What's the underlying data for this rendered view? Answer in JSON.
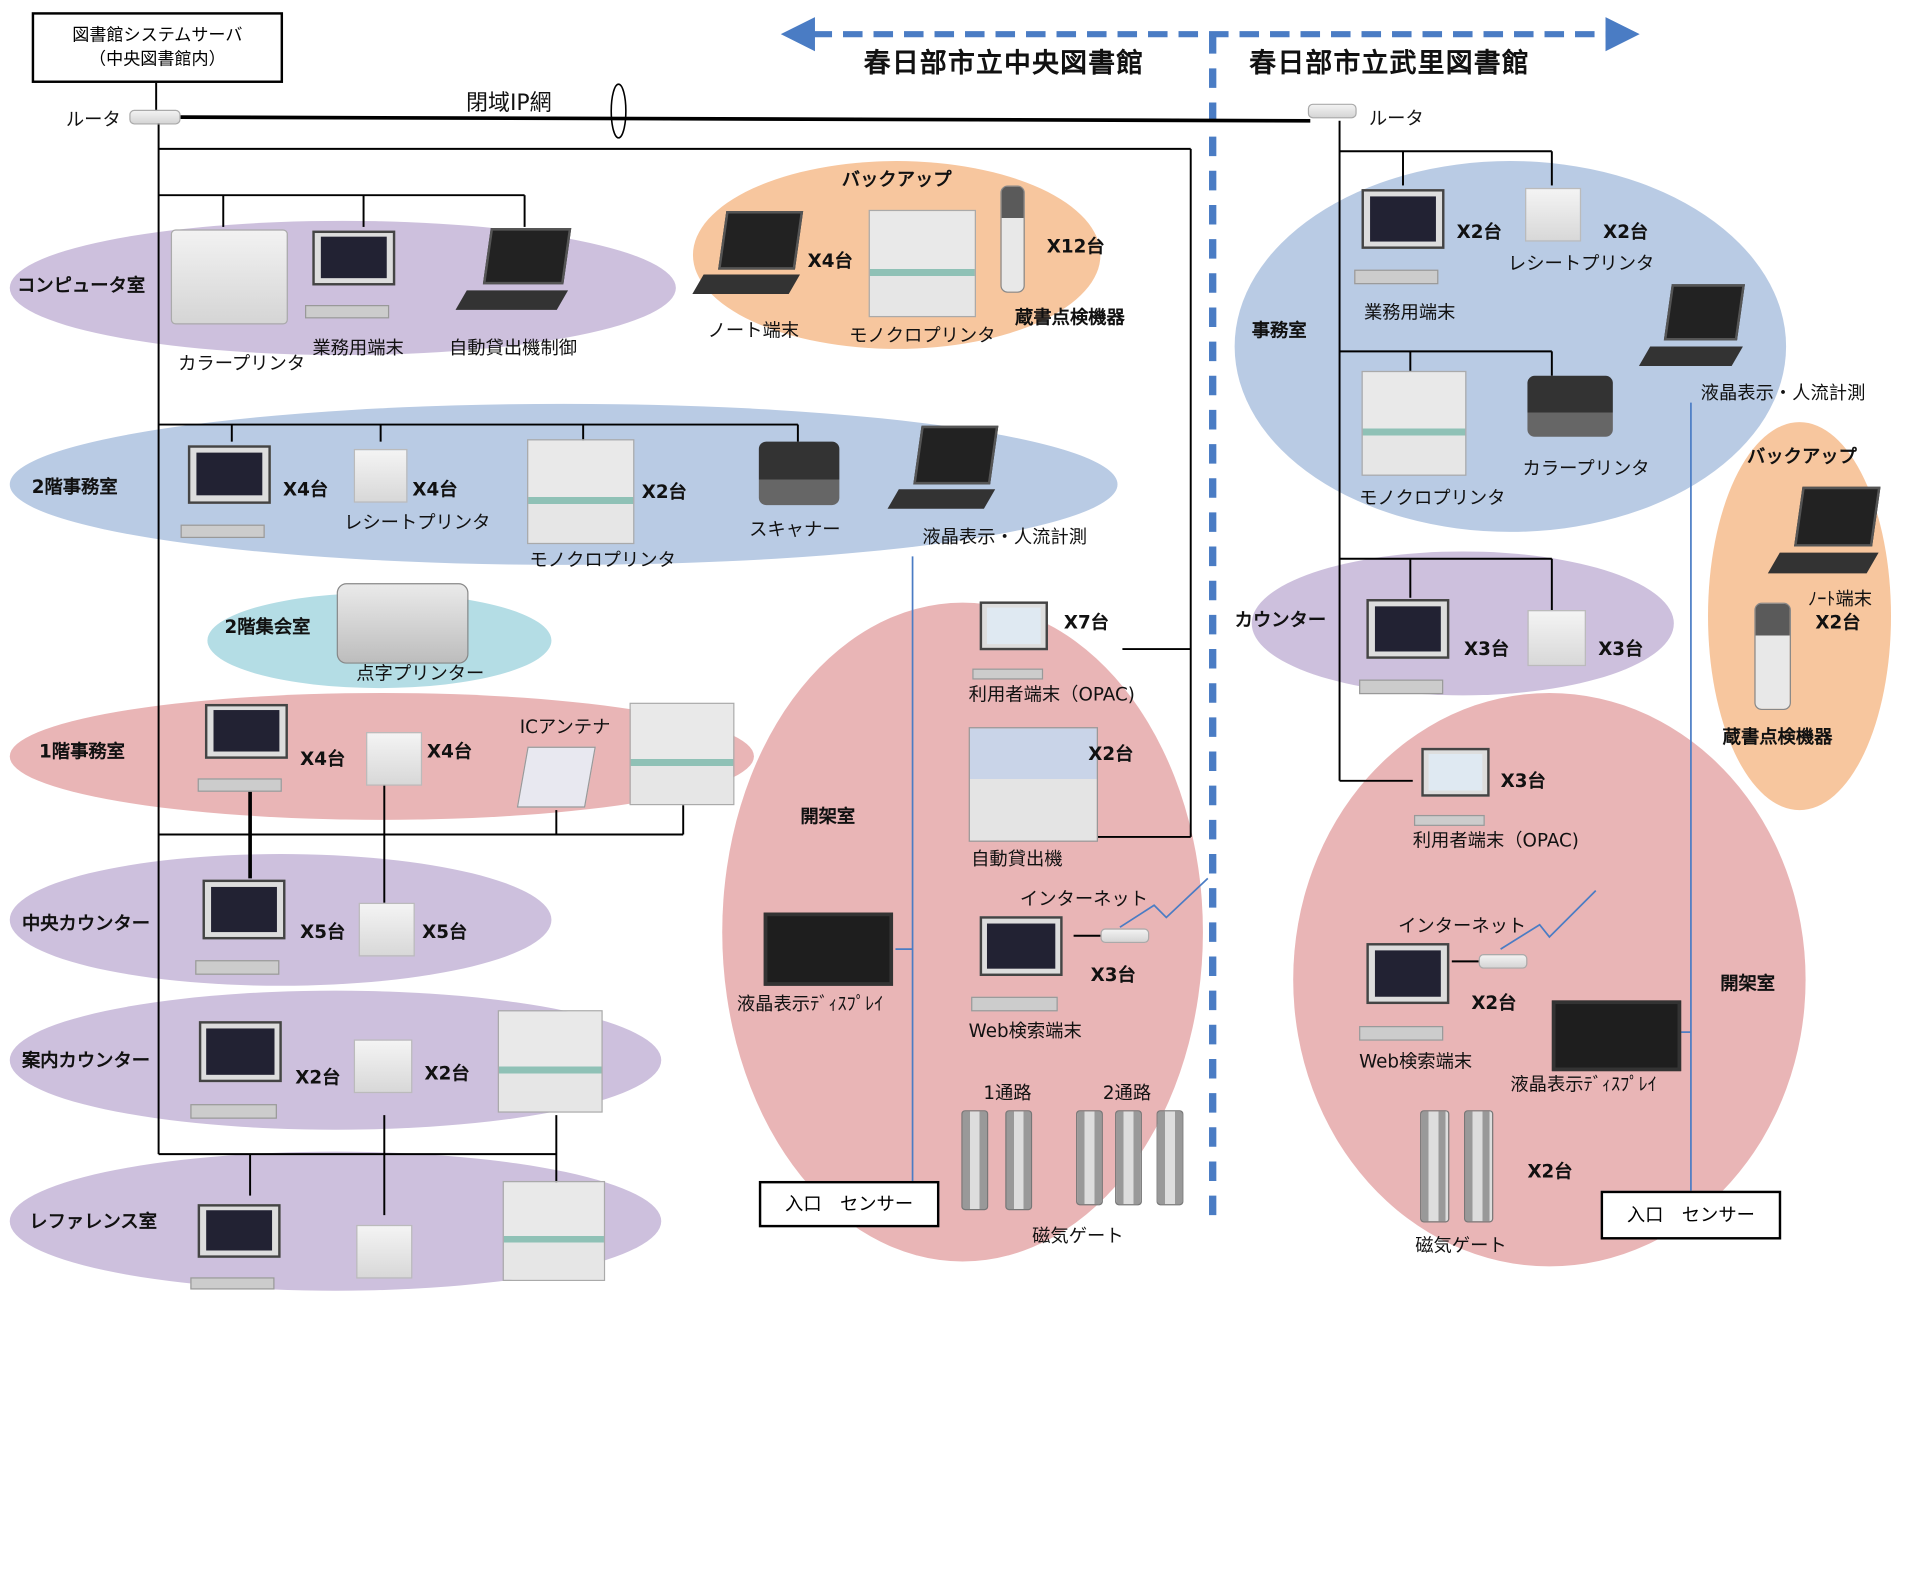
{
  "header": {
    "server": [
      "図書館システムサーバ",
      "（中央図書館内）"
    ],
    "lib_central": "春日部市立中央図書館",
    "lib_takesato": "春日部市立武里図書館",
    "closed_ip": "閉域IP網",
    "router": "ルータ"
  },
  "central": {
    "computer_room": {
      "name": "コンピュータ室",
      "color_printer": "カラープリンタ",
      "business_pc": "業務用端末",
      "auto_lend_ctrl": "自動貸出機制御"
    },
    "backup": {
      "name": "バックアップ",
      "laptop": "ノート端末",
      "laptop_qty": "X4台",
      "mono_printer": "モノクロプリンタ",
      "handheld": "蔵書点検機器",
      "handheld_qty": "X12台"
    },
    "office2": {
      "name": "2階事務室",
      "pc_qty": "X4台",
      "receipt_qty": "X4台",
      "receipt": "レシートプリンタ",
      "mono_qty": "X2台",
      "mono": "モノクロプリンタ",
      "scanner": "スキャナー",
      "lcd_count": "液晶表示・人流計測"
    },
    "hall2": {
      "name": "2階集会室",
      "braille": "点字プリンター"
    },
    "office1": {
      "name": "1階事務室",
      "pc_qty": "X4台",
      "receipt_qty": "X4台",
      "ic": "ICアンテナ"
    },
    "counter": {
      "name": "中央カウンター",
      "pc_qty": "X5台",
      "receipt_qty": "X5台"
    },
    "info": {
      "name": "案内カウンター",
      "pc_qty": "X2台",
      "receipt_qty": "X2台"
    },
    "reference": {
      "name": "レファレンス室"
    },
    "open": {
      "name": "開架室",
      "opac_qty": "X7台",
      "opac": "利用者端末（OPAC)",
      "auto_qty": "X2台",
      "auto": "自動貸出機",
      "internet": "インターネット",
      "web_qty": "X3台",
      "web": "Web検索端末",
      "display": "液晶表示ﾃﾞｨｽﾌﾟﾚｲ",
      "gate1": "1通路",
      "gate2": "2通路",
      "gate": "磁気ゲート",
      "entrance": "入口　センサー"
    }
  },
  "takesato": {
    "office": {
      "name": "事務室",
      "pc_qty": "X2台",
      "pc": "業務用端末",
      "receipt_qty": "X2台",
      "receipt": "レシートプリンタ",
      "lcd_count": "液晶表示・人流計測",
      "mono": "モノクロプリンタ",
      "color": "カラープリンタ"
    },
    "backup": {
      "name": "バックアップ",
      "laptop": "ﾉｰﾄ端末",
      "qty": "X2台",
      "handheld": "蔵書点検機器"
    },
    "counter": {
      "name": "カウンター",
      "pc_qty": "X3台",
      "receipt_qty": "X3台"
    },
    "open": {
      "name": "開架室",
      "opac_qty": "X3台",
      "opac": "利用者端末（OPAC)",
      "internet": "インターネット",
      "web_qty": "X2台",
      "web": "Web検索端末",
      "display": "液晶表示ﾃﾞｨｽﾌﾟﾚｲ",
      "gate_qty": "X2台",
      "gate": "磁気ゲート",
      "entrance": "入口　センサー"
    }
  },
  "colors": {
    "arrow": "#4a7cc4",
    "wire": "#000000",
    "sensor": "#4a7cc4"
  }
}
